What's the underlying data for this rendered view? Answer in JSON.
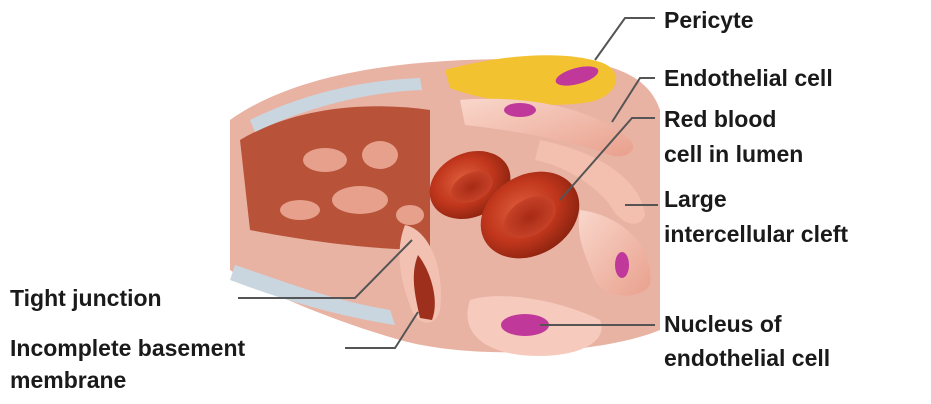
{
  "labels": {
    "pericyte": "Pericyte",
    "endothelial_cell": "Endothelial cell",
    "red_blood_cell_1": "Red blood",
    "red_blood_cell_2": "cell in lumen",
    "cleft_1": "Large",
    "cleft_2": "intercellular cleft",
    "tight_junction": "Tight junction",
    "basement_1": "Incomplete basement",
    "basement_2": "membrane",
    "nucleus_1": "Nucleus of",
    "nucleus_2": "endothelial cell"
  },
  "colors": {
    "endothelium": "#f2b8a6",
    "endothelium_light": "#f8d5c8",
    "tissue_dark": "#b84a33",
    "red_blood_cell": "#c93a1f",
    "nucleus": "#c0399a",
    "pericyte": "#f2c230",
    "basement_membrane": "#c9d6e0",
    "leader_line": "#555555"
  }
}
